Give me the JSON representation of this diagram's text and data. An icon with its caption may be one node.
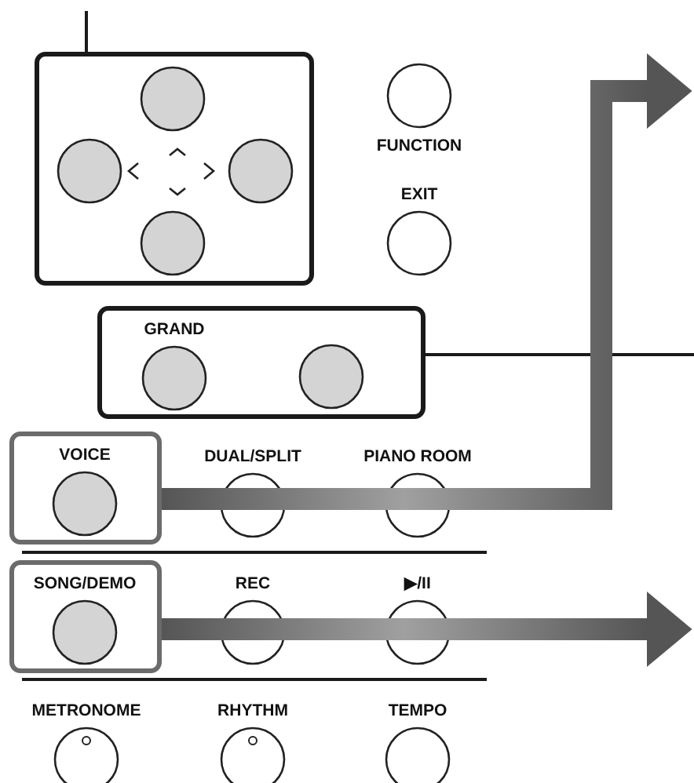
{
  "diagram": {
    "nodes": [
      {
        "text": [],
        "shape": "box"
      },
      {
        "text": [],
        "shape": "circle",
        "in": 0
      },
      {
        "text": [],
        "shape": "circle",
        "in": 0
      },
      {
        "text": [],
        "shape": "circle",
        "in": 0
      },
      {
        "text": [],
        "shape": "circle",
        "in": 0
      },
      {
        "text": [
          "FUNCTION"
        ]
      },
      {
        "text": [
          "EXIT"
        ]
      },
      {
        "text": [],
        "shape": "box"
      },
      {
        "text": [
          "GRAND"
        ],
        "in": 7
      },
      {
        "text": [],
        "shape": "circle",
        "in": 7
      },
      {
        "text": [
          "VOICE"
        ]
      },
      {
        "text": [
          "DUAL/SPLIT"
        ]
      },
      {
        "text": [
          "PIANO ROOM"
        ]
      },
      {
        "text": [
          "SONG/DEMO"
        ]
      },
      {
        "text": [
          "REC"
        ]
      },
      {
        "text": [
          "▶/II"
        ]
      },
      {
        "text": [
          "METRONOME"
        ]
      },
      {
        "text": [
          "RHYTHM"
        ]
      },
      {
        "text": [
          "TEMPO"
        ]
      }
    ],
    "edges": [
      {
        "from": 0,
        "to": null,
        "arrow": "none"
      },
      {
        "from": 7,
        "to": null,
        "arrow": "none"
      },
      {
        "from": 10,
        "to": null,
        "arrow": "to",
        "style": "thick",
        "color": "#555555"
      },
      {
        "from": 13,
        "to": null,
        "arrow": "to",
        "style": "thick",
        "color": "#555555"
      }
    ]
  }
}
